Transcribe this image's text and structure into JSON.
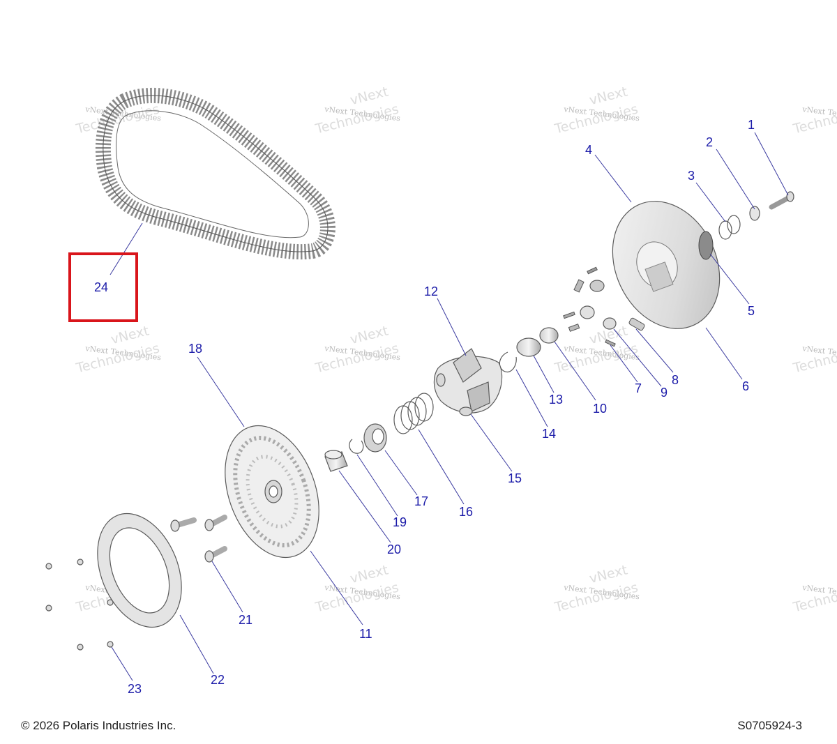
{
  "watermark": {
    "line1": "vNext Technologies",
    "line2": "Technologies",
    "line3": "vNext"
  },
  "callouts": {
    "c1": "1",
    "c2": "2",
    "c3": "3",
    "c4": "4",
    "c5": "5",
    "c6": "6",
    "c7": "7",
    "c8": "8",
    "c9": "9",
    "c10": "10",
    "c11": "11",
    "c12": "12",
    "c13": "13",
    "c14": "14",
    "c15": "15",
    "c16": "16",
    "c17": "17",
    "c18": "18",
    "c19": "19",
    "c20": "20",
    "c21": "21",
    "c22": "22",
    "c23": "23",
    "c24": "24"
  },
  "highlight": {
    "callout": "24",
    "color": "#d9151b"
  },
  "footer": {
    "copyright": "© 2026 Polaris Industries Inc.",
    "diagram_id": "S0705924-3"
  }
}
